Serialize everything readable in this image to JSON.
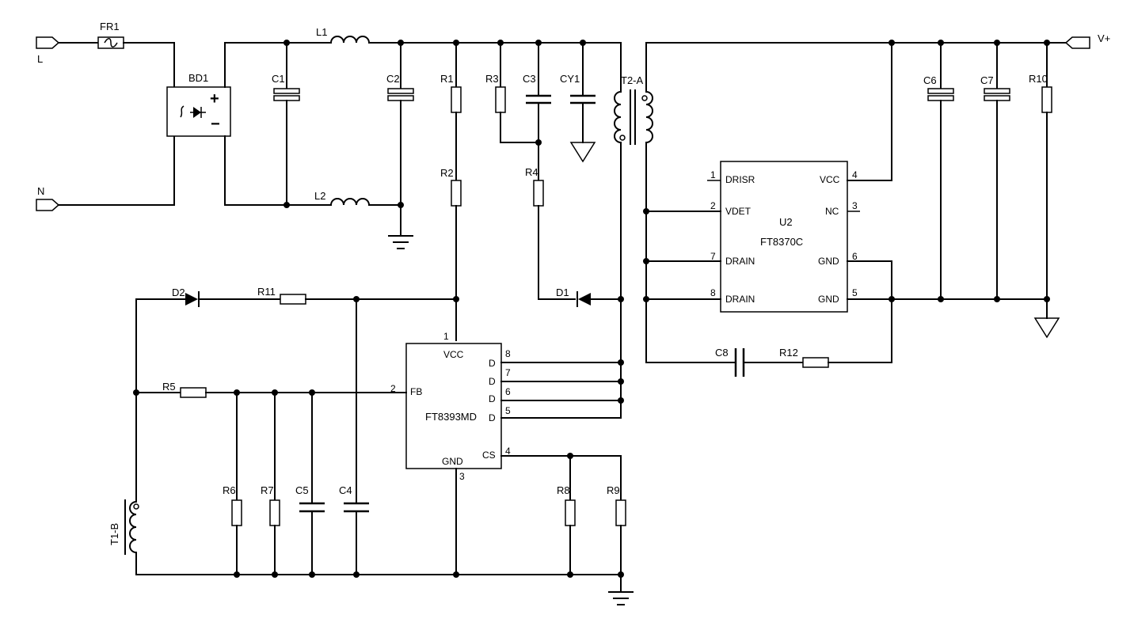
{
  "nets": {
    "live": "L",
    "neutral": "N",
    "output": "V+"
  },
  "components": {
    "FR1": "FR1",
    "BD1": "BD1",
    "C1": "C1",
    "C2": "C2",
    "L1": "L1",
    "L2": "L2",
    "R1": "R1",
    "R2": "R2",
    "R3": "R3",
    "R4": "R4",
    "C3": "C3",
    "CY1": "CY1",
    "T2A": "T2-A",
    "D1": "D1",
    "D2": "D2",
    "R11": "R11",
    "R5": "R5",
    "R6": "R6",
    "R7": "R7",
    "C5": "C5",
    "C4": "C4",
    "R8": "R8",
    "R9": "R9",
    "T1B": "T1-B",
    "C6": "C6",
    "C7": "C7",
    "R10": "R10",
    "C8": "C8",
    "R12": "R12"
  },
  "bridge": {
    "plus": "+",
    "minus": "−"
  },
  "u1": {
    "name": "FT8393MD",
    "pins": {
      "vcc": "VCC",
      "fb": "FB",
      "gnd": "GND",
      "cs": "CS",
      "d8": "D",
      "d7": "D",
      "d6": "D",
      "d5": "D"
    },
    "pin_numbers": {
      "vcc": "1",
      "fb": "2",
      "gnd": "3",
      "cs": "4",
      "d8": "8",
      "d7": "7",
      "d6": "6",
      "d5": "5"
    }
  },
  "u2": {
    "ref": "U2",
    "name": "FT8370C",
    "pins": {
      "drisr": "DRISR",
      "vdet": "VDET",
      "drain7": "DRAIN",
      "drain8": "DRAIN",
      "vcc": "VCC",
      "nc": "NC",
      "gnd6": "GND",
      "gnd5": "GND"
    },
    "pin_numbers": {
      "drisr": "1",
      "vdet": "2",
      "drain7": "7",
      "drain8": "8",
      "vcc": "4",
      "nc": "3",
      "gnd6": "6",
      "gnd5": "5"
    }
  }
}
